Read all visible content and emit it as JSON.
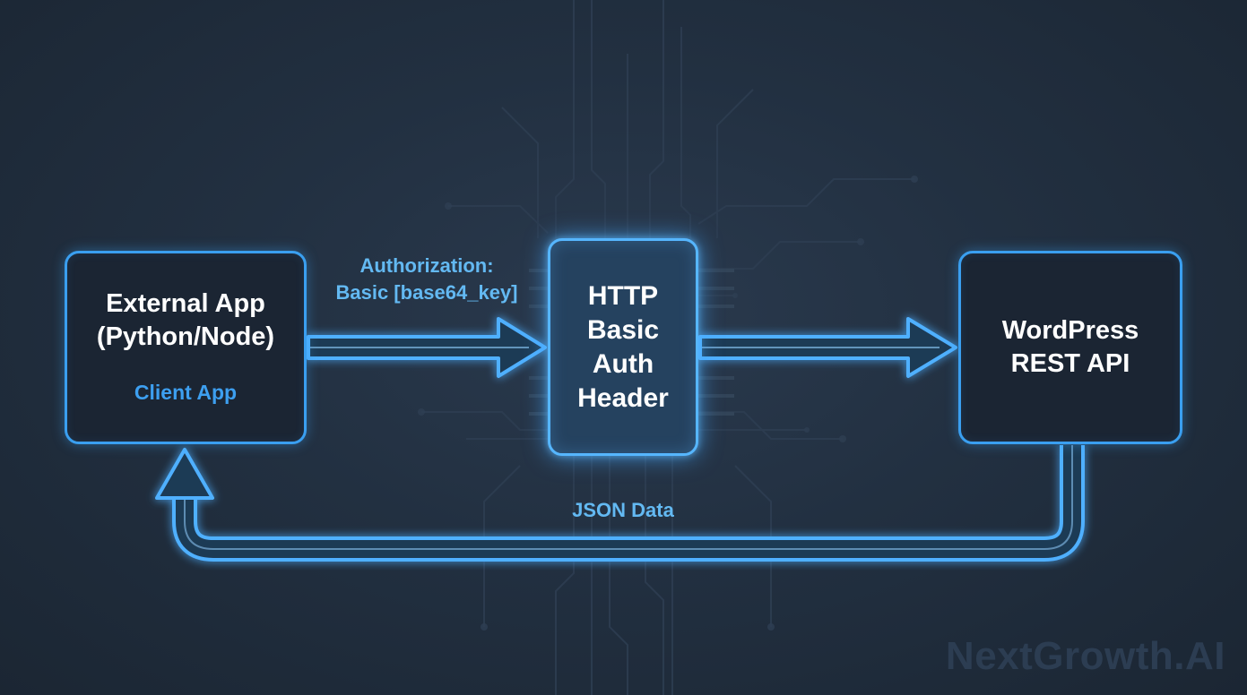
{
  "nodes": {
    "client": {
      "title": "External App\n(Python/Node)",
      "subtitle": "Client App"
    },
    "auth": {
      "title": "HTTP\nBasic\nAuth\nHeader"
    },
    "wordpress": {
      "title": "WordPress\nREST API"
    }
  },
  "edges": {
    "request_label": "Authorization:\nBasic [base64_key]",
    "response_label": "JSON Data"
  },
  "watermark": "NextGrowth.AI",
  "colors": {
    "background": "#1f2b3a",
    "accent": "#3a9ff0",
    "label": "#63b9f2",
    "text": "#ffffff"
  }
}
